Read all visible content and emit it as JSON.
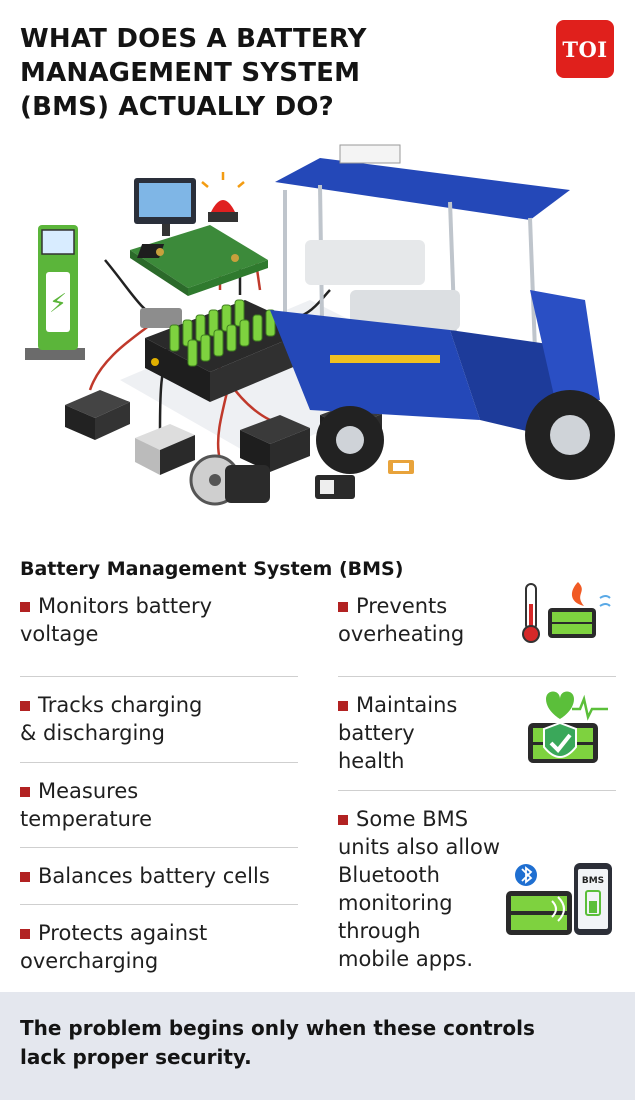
{
  "header": {
    "title": "WHAT DOES A BATTERY\nMANAGEMENT SYSTEM\n(BMS) ACTUALLY DO?",
    "logo_text": "TOI"
  },
  "illustration": {
    "components": [
      "charging-station-icon",
      "monitor-icon",
      "alarm-beacon-icon",
      "control-board-icon",
      "battery-pack-icon",
      "cooling-fan-icon",
      "motor-icon",
      "controller-box-icon",
      "e-rickshaw-icon"
    ],
    "charger_label": "⚡"
  },
  "section": {
    "title": "Battery Management System (BMS)"
  },
  "left_items": [
    {
      "text": "Monitors battery\nvoltage"
    },
    {
      "text": "Tracks charging\n& discharging"
    },
    {
      "text": "Measures\ntemperature"
    },
    {
      "text": "Balances battery cells"
    },
    {
      "text": "Protects against\novercharging"
    }
  ],
  "right_items": [
    {
      "text": "Prevents\noverheating",
      "icon": "overheating-battery-icon"
    },
    {
      "text": "Maintains\nbattery\nhealth",
      "icon": "battery-health-shield-icon"
    },
    {
      "text": "Some BMS\nunits also allow\nBluetooth\nmonitoring\nthrough\nmobile apps.",
      "icon": "bluetooth-bms-app-icon",
      "badge": "BMS"
    }
  ],
  "footer": {
    "text": "The problem begins only when these controls\nlack proper security."
  },
  "colors": {
    "accent_red": "#b22222",
    "logo_red": "#e0201c",
    "rickshaw_blue": "#2448b8",
    "battery_green": "#6cc23a",
    "footer_bg": "#e4e7ee"
  }
}
